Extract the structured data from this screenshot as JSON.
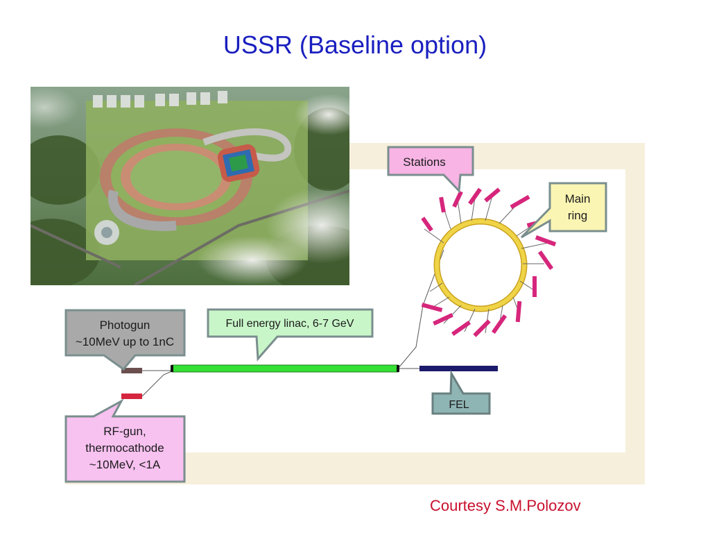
{
  "slide": {
    "title": "USSR (Baseline option)",
    "courtesy": "Courtesy S.M.Polozov"
  },
  "diagram": {
    "callouts": {
      "stations": "Stations",
      "main_ring_line1": "Main",
      "main_ring_line2": "ring",
      "linac": "Full energy linac, 6-7 GeV",
      "photogun_line1": "Photogun",
      "photogun_line2": "~10MeV up to 1nC",
      "fel": "FEL",
      "rfgun_line1": "RF-gun,",
      "rfgun_line2": "thermocathode",
      "rfgun_line3": "~10MeV, <1A"
    },
    "colors": {
      "linac": "#33e033",
      "ring": "#e7c534",
      "stations": "#d6267c",
      "fel": "#1c1a6b",
      "photogun": "#6b4f4f",
      "rfgun": "#d6263f",
      "title": "#1a1fbf",
      "courtesy": "#c8102e"
    }
  },
  "photo": {
    "subject": "aerial-rendering-of-synchrotron-facility"
  }
}
